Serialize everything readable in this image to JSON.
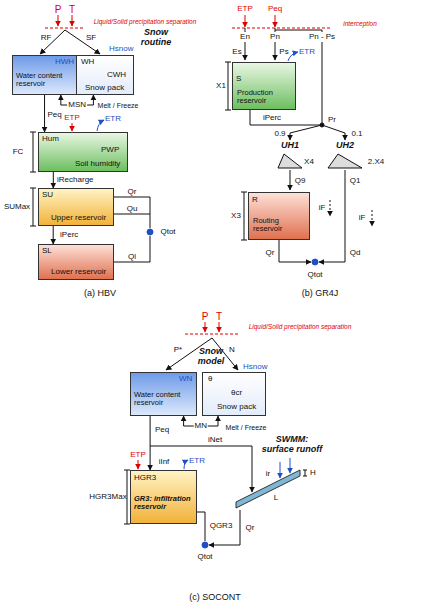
{
  "diagram": {
    "nodes": [
      {
        "text": [
          "HWH",
          "Water content reservoir"
        ]
      },
      {
        "text": [
          "Hsnow",
          "WH",
          "CWH",
          "Snow pack"
        ]
      },
      {
        "text": [
          "Hum",
          "PWP",
          "Soil humidity"
        ]
      },
      {
        "text": [
          "SU",
          "Upper reservoir"
        ]
      },
      {
        "text": [
          "SL",
          "Lower reservoir"
        ]
      },
      {
        "text": [
          "S",
          "Production reservoir"
        ]
      },
      {
        "text": [
          "R",
          "Routing reservoir"
        ]
      },
      {
        "text": [
          "WN",
          "Water content reservoir"
        ]
      },
      {
        "text": [
          "Hsnow",
          "θ",
          "θcr",
          "Snow pack"
        ]
      },
      {
        "text": [
          "HGR3",
          "GR3: infiltration reservoir"
        ]
      }
    ],
    "edges": [
      {
        "from": 1,
        "to": 0,
        "arrow": "both",
        "label": "MSN"
      },
      {
        "from": 0,
        "to": 2,
        "arrow": "to",
        "label": "Peq"
      },
      {
        "from": 2,
        "to": 3,
        "arrow": "to",
        "label": "iRecharge"
      },
      {
        "from": 3,
        "to": 4,
        "arrow": "to",
        "label": "iPerc"
      },
      {
        "from": 8,
        "to": 7,
        "arrow": "both",
        "label": "MN"
      },
      {
        "from": 7,
        "to": 9,
        "arrow": "to",
        "label": "Peq"
      }
    ],
    "labels": [
      "P",
      "T",
      "Liquid/Solid precipitation separation",
      "RF",
      "SF",
      "Snow routine",
      "Melt / Freeze",
      "ETP",
      "ETR",
      "FC",
      "SUMax",
      "Qr",
      "Qu",
      "Ql",
      "Qtot",
      "(a) HBV",
      "ETP",
      "Peq",
      "interception",
      "En",
      "Pn",
      "Pn - Ps",
      "Es",
      "Ps",
      "ETR",
      "X1",
      "iPerc",
      "Pr",
      "0.9",
      "0.1",
      "UH1",
      "X4",
      "UH2",
      "2.X4",
      "Q9",
      "Q1",
      "X3",
      "iF",
      "iF",
      "Qr",
      "Qd",
      "Qtot",
      "(b) GR4J",
      "P",
      "T",
      "Liquid/Solid precipitation separation",
      "P*",
      "N",
      "Snow model",
      "Melt / Freeze",
      "ETP",
      "iInf",
      "ETR",
      "iNet",
      "HGR3Max",
      "SWMM: surface runoff",
      "ir",
      "L",
      "H",
      "QGR3",
      "Qr",
      "Qtot",
      "(c) SOCONT"
    ]
  }
}
